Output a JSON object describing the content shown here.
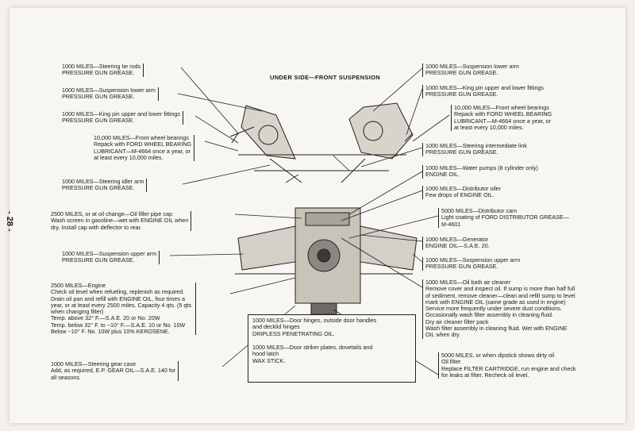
{
  "page_number": "- 28 -",
  "title": "UNDER SIDE—FRONT SUSPENSION",
  "left_notes": [
    {
      "lines": [
        "1000 MILES—Steering tie rods",
        "PRESSURE GUN GREASE."
      ]
    },
    {
      "lines": [
        "1000 MILES—Suspension lower arm",
        "PRESSURE GUN GREASE."
      ]
    },
    {
      "lines": [
        "1000 MILES—King pin upper and lower fittings",
        "PRESSURE GUN GREASE."
      ]
    },
    {
      "lines": [
        "10,000 MILES—Front wheel bearings",
        "Repack with FORD WHEEL BEARING",
        "LUBRICANT—M-4664 once a year, or",
        "at least every 10,000 miles."
      ]
    },
    {
      "lines": [
        "1000 MILES—Steering idler arm",
        "PRESSURE GUN GREASE."
      ]
    },
    {
      "lines": [
        "2500 MILES, or at oil change—Oil filler pipe cap",
        "Wash screen in gasoline—wet with ENGINE OIL when",
        "dry. Install cap with deflector to rear."
      ]
    },
    {
      "lines": [
        "1000 MILES—Suspension upper arm",
        "PRESSURE GUN GREASE."
      ]
    },
    {
      "lines": [
        "2500 MILES—Engine",
        "Check oil level when refueling, replenish as required.",
        "Drain oil pan and refill with ENGINE OIL, four times a",
        "year, or at least every 2500 miles. Capacity 4 qts. (5 qts.",
        "when changing filter)",
        "Temp. above 32° F.—S.A.E. 20 or No. 20W",
        "Temp. below 32° F. to −10° F.—S.A.E. 10 or No. 10W",
        "Below −10° F. No. 10W plus 10% KEROSENE."
      ]
    },
    {
      "lines": [
        "1000 MILES—Steering gear case",
        "Add, as required, E.P. GEAR OIL—S.A.E. 140 for",
        "all seasons."
      ]
    }
  ],
  "right_notes": [
    {
      "lines": [
        "1000 MILES—Suspension lower arm",
        "PRESSURE GUN GREASE."
      ]
    },
    {
      "lines": [
        "1000 MILES—King pin upper and lower fittings",
        "PRESSURE GUN GREASE."
      ]
    },
    {
      "lines": [
        "10,000 MILES—Front wheel bearings",
        "Repack with FORD WHEEL BEARING",
        "LUBRICANT—M-4664 once a year, or",
        "at least every 10,000 miles."
      ]
    },
    {
      "lines": [
        "1000 MILES—Steering intermediate link",
        "PRESSURE GUN GREASE."
      ]
    },
    {
      "lines": [
        "1000 MILES—Water pumps (8 cylinder only)",
        "ENGINE OIL."
      ]
    },
    {
      "lines": [
        "1000 MILES—Distributor oiler",
        "Few drops of ENGINE OIL."
      ]
    },
    {
      "lines": [
        "5000 MILES—Distributor cam",
        "Light coating of FORD DISTRIBUTOR GREASE—",
        "M-4601"
      ]
    },
    {
      "lines": [
        "1000 MILES—Generator",
        "ENGINE OIL—S.A.E. 20."
      ]
    },
    {
      "lines": [
        "1000 MILES—Suspension upper arm",
        "PRESSURE GUN GREASE."
      ]
    },
    {
      "lines": [
        "1000 MILES—Oil bath air cleaner",
        "Remove cover and inspect oil. If sump is more than half full",
        "of sediment, remove cleaner—clean and refill sump to level",
        "mark with ENGINE OIL (same grade as used in engine)",
        "Service more frequently under severe dust conditions.",
        "Occasionally wash filter assembly in cleaning fluid.",
        "",
        "Dry air cleaner filter pack",
        "Wash filter assembly in cleaning fluid. Wet with ENGINE",
        "OIL when dry."
      ]
    },
    {
      "lines": [
        "5000 MILES, or when dipstick shows dirty oil",
        "Oil filter",
        "Replace FILTER CARTRIDGE, run engine and check",
        "for leaks at filter. Recheck oil level."
      ]
    }
  ],
  "center_notes": [
    {
      "lines": [
        "1000 MILES—Door hinges, outside door handles",
        "and decklid hinges",
        "DRIPLESS PENETRATING OIL."
      ]
    },
    {
      "lines": [
        "1000 MILES—Door striker plates, dovetails and",
        "hood latch",
        "WAX STICK."
      ]
    }
  ]
}
